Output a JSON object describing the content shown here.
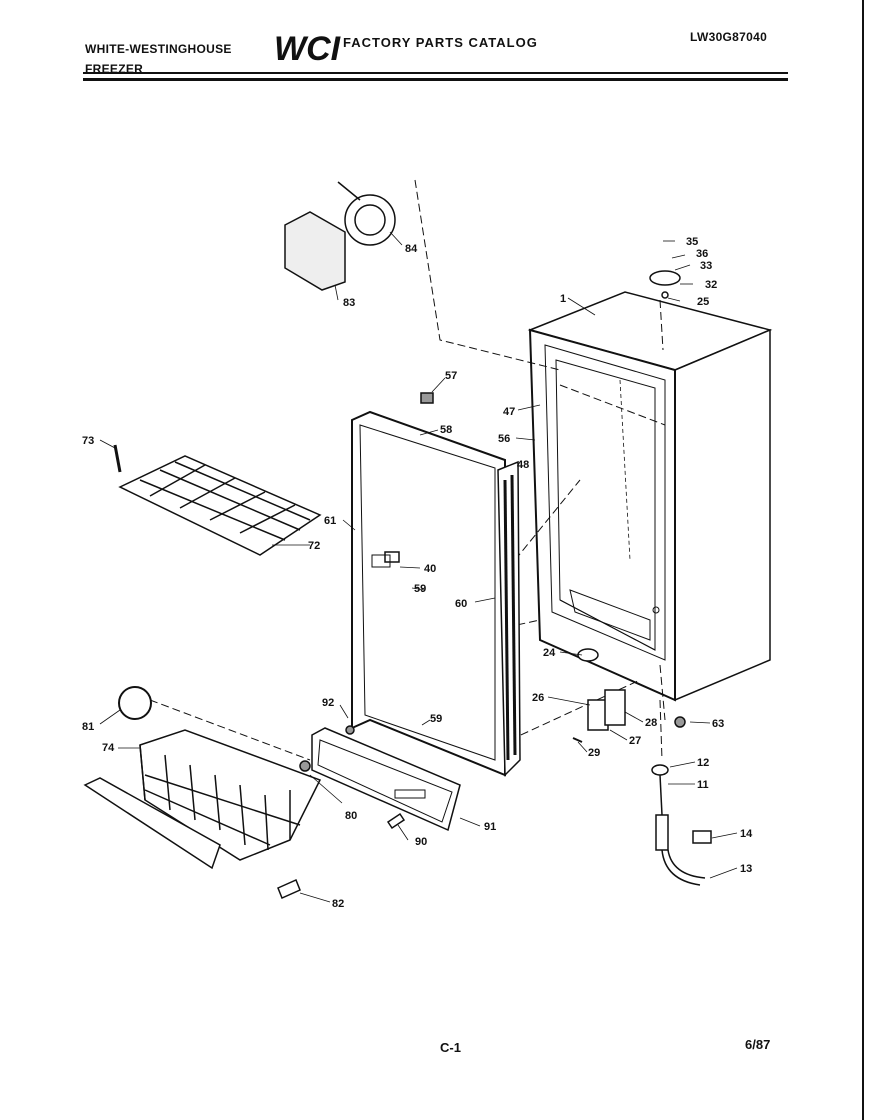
{
  "header": {
    "brand_line1": "WHITE-WESTINGHOUSE",
    "brand_line2": "FREEZER",
    "logo_text": "WCI",
    "catalog_title": "FACTORY PARTS CATALOG",
    "model_number": "LW30G87040"
  },
  "footer": {
    "page_number": "C-1",
    "date": "6/87"
  },
  "callouts": [
    "1",
    "11",
    "12",
    "13",
    "14",
    "24",
    "25",
    "26",
    "27",
    "28",
    "29",
    "32",
    "33",
    "35",
    "36",
    "40",
    "47",
    "48",
    "56",
    "57",
    "58",
    "59",
    "59",
    "60",
    "61",
    "63",
    "72",
    "73",
    "74",
    "80",
    "81",
    "82",
    "83",
    "84",
    "90",
    "91",
    "92"
  ]
}
